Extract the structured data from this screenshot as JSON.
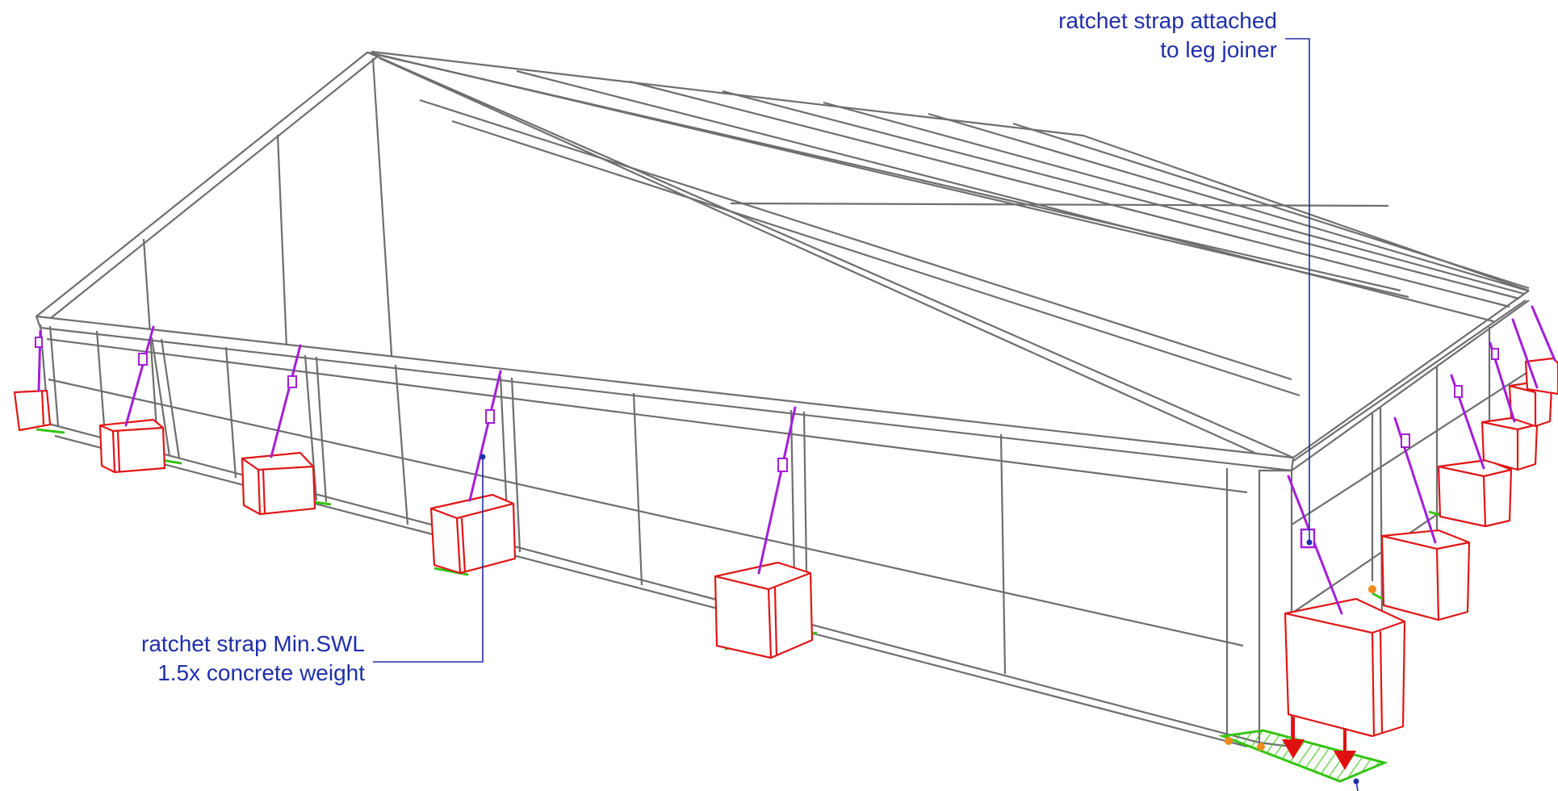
{
  "annotations": {
    "top": {
      "line1": "ratchet strap attached",
      "line2": "to leg joiner"
    },
    "bottom": {
      "line1": "ratchet strap Min.SWL",
      "line2": "1.5x concrete weight"
    }
  },
  "colors": {
    "frame": "#6e6e6e",
    "strap": "#a31fd8",
    "weight_block": "#e01616",
    "ground_pad": "#35c40f",
    "annotation": "#1f2fa8",
    "load_arrow": "#e01010",
    "footing_bolt": "#f08a1e"
  }
}
